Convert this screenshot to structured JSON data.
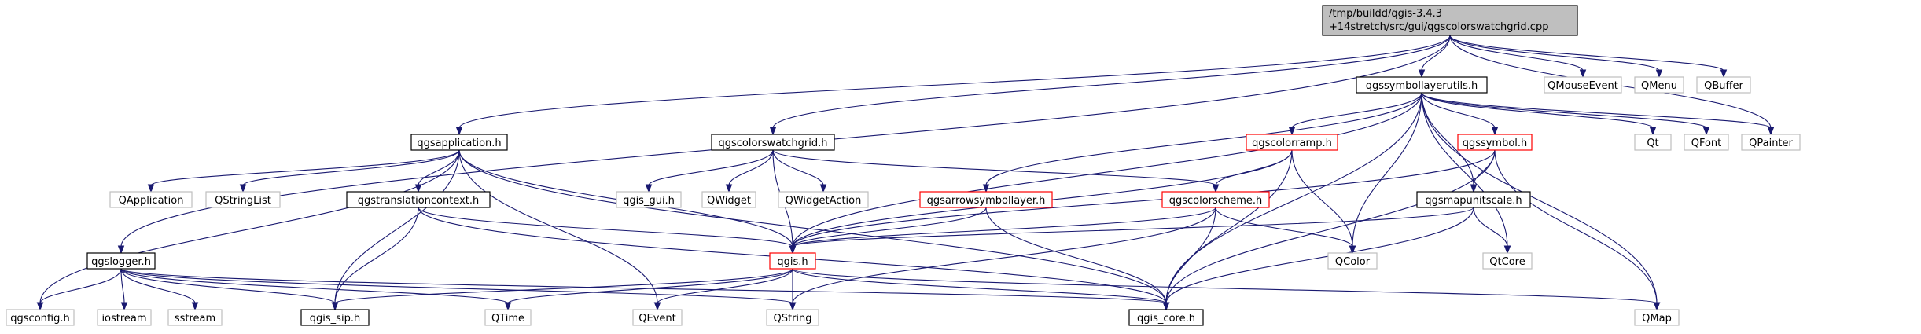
{
  "root": {
    "lines": [
      "/tmp/buildd/qgis-3.4.3",
      "+14stretch/src/gui/qgscolorswatchgrid.cpp"
    ]
  },
  "colors": {
    "edge": "#191970",
    "root_fill": "#bfbfbf",
    "documented_border": "#000000",
    "truncated_border": "#ff0000",
    "external_border": "#bfbfbf"
  },
  "nodes": {
    "qgssymbollayerutils": "qgssymbollayerutils.h",
    "qmouseevent": "QMouseEvent",
    "qmenu": "QMenu",
    "qbuffer": "QBuffer",
    "qgsapplication": "qgsapplication.h",
    "qgscolorswatchgrid": "qgscolorswatchgrid.h",
    "qgscolorramp": "qgscolorramp.h",
    "qgssymbol": "qgssymbol.h",
    "qt": "Qt",
    "qfont": "QFont",
    "qpainter": "QPainter",
    "qapplication": "QApplication",
    "qstringlist": "QStringList",
    "qgstranslationcontext": "qgstranslationcontext.h",
    "qgis_gui": "qgis_gui.h",
    "qwidget": "QWidget",
    "qwidgetaction": "QWidgetAction",
    "qgsarrowsymbollayer": "qgsarrowsymbollayer.h",
    "qgscolorscheme": "qgscolorscheme.h",
    "qgsmapunitscale": "qgsmapunitscale.h",
    "qgslogger": "qgslogger.h",
    "qgis": "qgis.h",
    "qcolor": "QColor",
    "qtcore": "QtCore",
    "qgsconfig": "qgsconfig.h",
    "iostream": "iostream",
    "sstream": "sstream",
    "qgis_sip": "qgis_sip.h",
    "qtime": "QTime",
    "qevent": "QEvent",
    "qstring": "QString",
    "qgis_core": "qgis_core.h",
    "qmap": "QMap"
  },
  "edges": [
    [
      "root",
      "qgssymbollayerutils"
    ],
    [
      "root",
      "qmouseevent"
    ],
    [
      "root",
      "qmenu"
    ],
    [
      "root",
      "qbuffer"
    ],
    [
      "root",
      "qpainter"
    ],
    [
      "root",
      "qgsapplication"
    ],
    [
      "root",
      "qgscolorswatchgrid"
    ],
    [
      "root",
      "qgslogger"
    ],
    [
      "qgssymbollayerutils",
      "qgscolorramp"
    ],
    [
      "qgssymbollayerutils",
      "qgssymbol"
    ],
    [
      "qgssymbollayerutils",
      "qt"
    ],
    [
      "qgssymbollayerutils",
      "qfont"
    ],
    [
      "qgssymbollayerutils",
      "qpainter"
    ],
    [
      "qgssymbollayerutils",
      "qmap"
    ],
    [
      "qgssymbollayerutils",
      "qgsarrowsymbollayer"
    ],
    [
      "qgssymbollayerutils",
      "qgsmapunitscale"
    ],
    [
      "qgssymbollayerutils",
      "qcolor"
    ],
    [
      "qgssymbollayerutils",
      "qtcore"
    ],
    [
      "qgssymbollayerutils",
      "qgis_core"
    ],
    [
      "qgssymbollayerutils",
      "qgis"
    ],
    [
      "qgsapplication",
      "qapplication"
    ],
    [
      "qgsapplication",
      "qstringlist"
    ],
    [
      "qgsapplication",
      "qgstranslationcontext"
    ],
    [
      "qgsapplication",
      "qgis"
    ],
    [
      "qgsapplication",
      "qgsconfig"
    ],
    [
      "qgsapplication",
      "qgis_sip"
    ],
    [
      "qgsapplication",
      "qevent"
    ],
    [
      "qgsapplication",
      "qgis_core"
    ],
    [
      "qgscolorswatchgrid",
      "qgis_gui"
    ],
    [
      "qgscolorswatchgrid",
      "qwidget"
    ],
    [
      "qgscolorswatchgrid",
      "qwidgetaction"
    ],
    [
      "qgscolorswatchgrid",
      "qgscolorscheme"
    ],
    [
      "qgscolorswatchgrid",
      "qgis"
    ],
    [
      "qgscolorramp",
      "qgscolorscheme"
    ],
    [
      "qgscolorramp",
      "qcolor"
    ],
    [
      "qgscolorramp",
      "qgis_core"
    ],
    [
      "qgscolorramp",
      "qgis"
    ],
    [
      "qgssymbol",
      "qgsmapunitscale"
    ],
    [
      "qgssymbol",
      "qmap"
    ],
    [
      "qgssymbol",
      "qgis_core"
    ],
    [
      "qgssymbol",
      "qgis"
    ],
    [
      "qgstranslationcontext",
      "qgis_sip"
    ],
    [
      "qgstranslationcontext",
      "qgis_core"
    ],
    [
      "qgstranslationcontext",
      "qgis"
    ],
    [
      "qgsarrowsymbollayer",
      "qgis"
    ],
    [
      "qgsarrowsymbollayer",
      "qgis_core"
    ],
    [
      "qgscolorscheme",
      "qgis"
    ],
    [
      "qgscolorscheme",
      "qcolor"
    ],
    [
      "qgscolorscheme",
      "qgis_core"
    ],
    [
      "qgscolorscheme",
      "qstring"
    ],
    [
      "qgsmapunitscale",
      "qgis"
    ],
    [
      "qgsmapunitscale",
      "qtcore"
    ],
    [
      "qgsmapunitscale",
      "qgis_core"
    ],
    [
      "qgslogger",
      "qgsconfig"
    ],
    [
      "qgslogger",
      "iostream"
    ],
    [
      "qgslogger",
      "sstream"
    ],
    [
      "qgslogger",
      "qgis_sip"
    ],
    [
      "qgslogger",
      "qtime"
    ],
    [
      "qgslogger",
      "qgis_core"
    ],
    [
      "qgslogger",
      "qstring"
    ],
    [
      "qgis",
      "qgis_sip"
    ],
    [
      "qgis",
      "qtime"
    ],
    [
      "qgis",
      "qevent"
    ],
    [
      "qgis",
      "qstring"
    ],
    [
      "qgis",
      "qgis_core"
    ],
    [
      "qgis",
      "qmap"
    ]
  ]
}
